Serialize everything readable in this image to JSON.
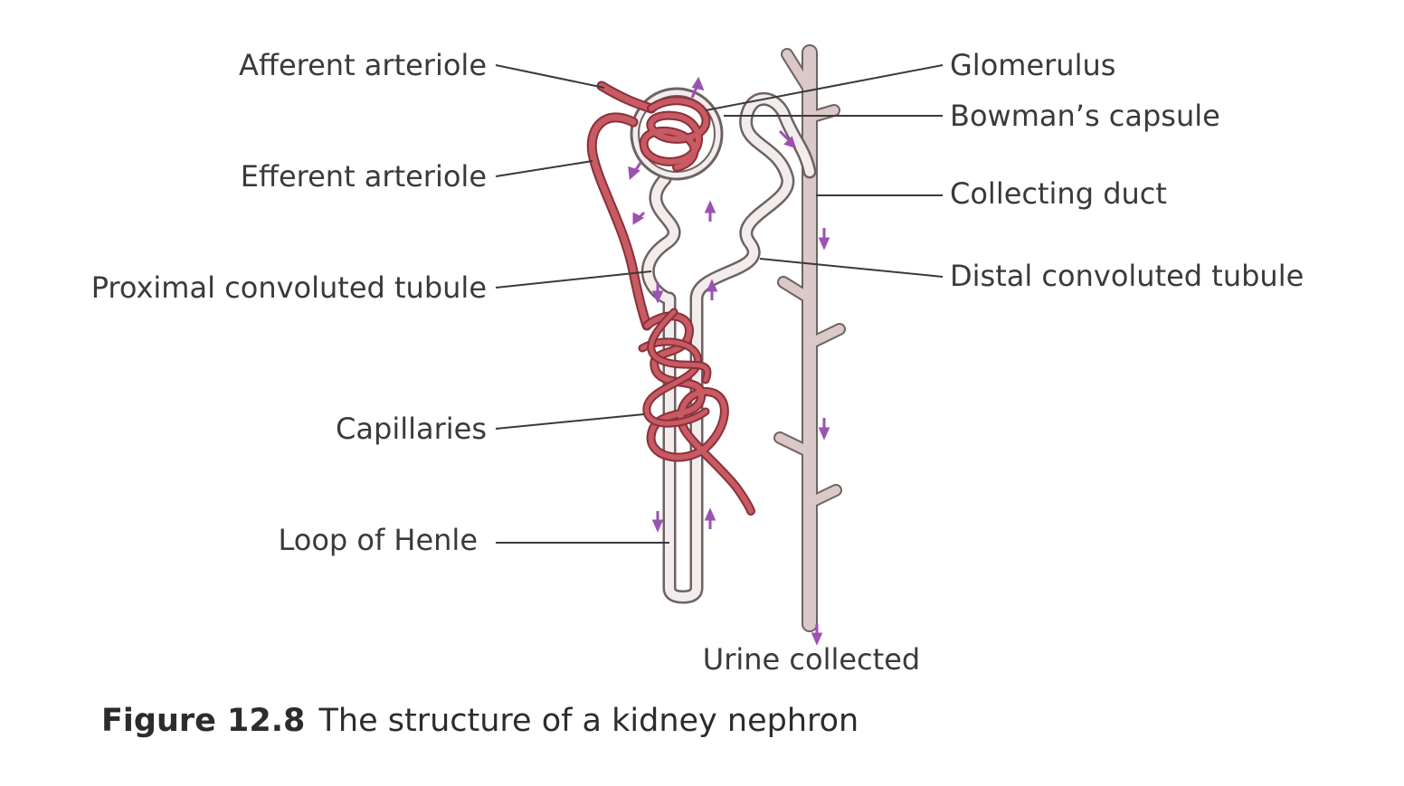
{
  "labels": {
    "afferent_arteriole": "Afferent arteriole",
    "efferent_arteriole": "Efferent arteriole",
    "proximal_convoluted_tubule": "Proximal convoluted tubule",
    "capillaries": "Capillaries",
    "loop_of_henle": "Loop of Henle",
    "glomerulus": "Glomerulus",
    "bowmans_capsule": "Bowman’s capsule",
    "collecting_duct": "Collecting duct",
    "distal_convoluted_tubule": "Distal convoluted tubule",
    "urine_collected": "Urine collected"
  },
  "caption": {
    "number": "Figure 12.8",
    "text": "The structure of a kidney nephron"
  },
  "colors": {
    "blood_vessel": "#c85a63",
    "blood_vessel_outline": "#8a3039",
    "tubule_fill": "#f3ecec",
    "tubule_outline": "#6e6262",
    "duct_fill": "#dbc9c9",
    "arrow": "#9b52b3",
    "label_text": "#3a3a3a"
  }
}
